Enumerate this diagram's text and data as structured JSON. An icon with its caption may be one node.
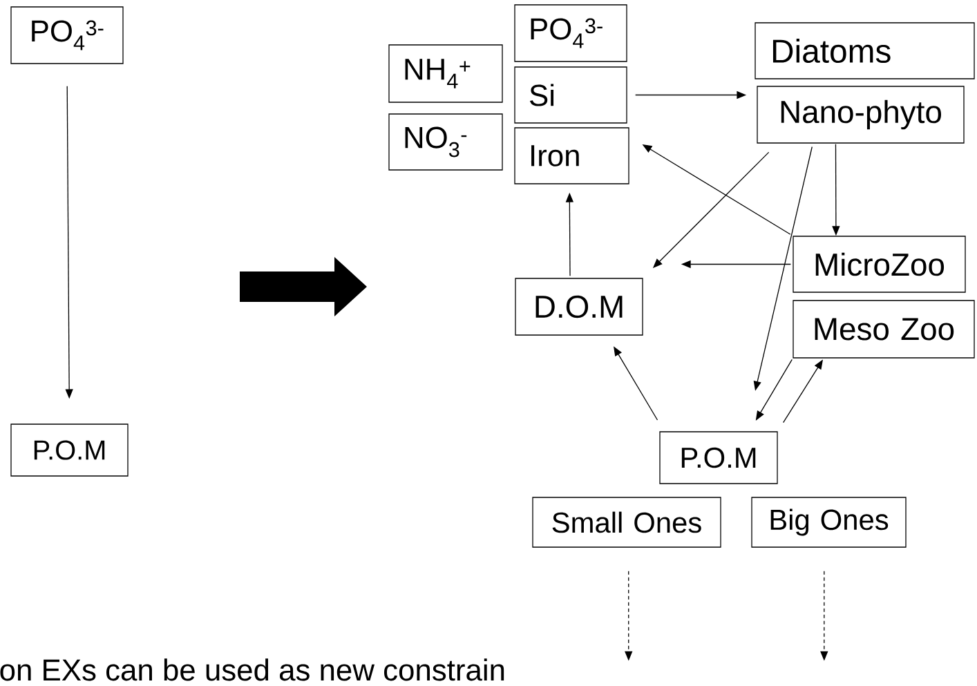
{
  "diagram": {
    "nodes": [
      {
        "text": [
          "PO$_{4}$$^{3-}$"
        ]
      },
      {
        "text": [
          "P.O.M"
        ]
      },
      {
        "text": [
          "NH$_{4}$$^{+}$"
        ]
      },
      {
        "text": [
          "NO$_{3}$$^{-}$"
        ]
      },
      {
        "text": [
          "PO$_{4}$$^{3-}$"
        ]
      },
      {
        "text": [
          "Si"
        ]
      },
      {
        "text": [
          "Iron"
        ]
      },
      {
        "text": [
          "Diatoms"
        ]
      },
      {
        "text": [
          "Nano-phyto"
        ]
      },
      {
        "text": [
          "MicroZoo"
        ]
      },
      {
        "text": [
          "D.O.M"
        ]
      },
      {
        "text": [
          "Meso Zoo"
        ]
      },
      {
        "text": [
          "P.O.M"
        ]
      },
      {
        "text": [
          "Small Ones"
        ]
      },
      {
        "text": [
          "Big Ones"
        ]
      }
    ],
    "edges": [
      {
        "from": 0,
        "to": 1,
        "arrow": "to"
      },
      {
        "from": 5,
        "to": 8,
        "arrow": "to"
      },
      {
        "from": 8,
        "to": 10,
        "arrow": "to"
      },
      {
        "from": 9,
        "to": 6,
        "arrow": "to"
      },
      {
        "from": 8,
        "to": 12,
        "arrow": "to"
      },
      {
        "from": 8,
        "to": 9,
        "arrow": "to"
      },
      {
        "from": 9,
        "to": 10,
        "arrow": "to"
      },
      {
        "from": 10,
        "to": 6,
        "arrow": "to"
      },
      {
        "from": 12,
        "to": 10,
        "arrow": "to"
      },
      {
        "from": 11,
        "to": 12,
        "arrow": "to"
      },
      {
        "from": 12,
        "to": 11,
        "arrow": "to"
      },
      {
        "from": 13,
        "to": null,
        "arrow": "to",
        "style": "dashed"
      },
      {
        "from": 14,
        "to": null,
        "arrow": "to",
        "style": "dashed"
      }
    ],
    "labels": [
      "on EXs can be used as new constrain"
    ]
  }
}
